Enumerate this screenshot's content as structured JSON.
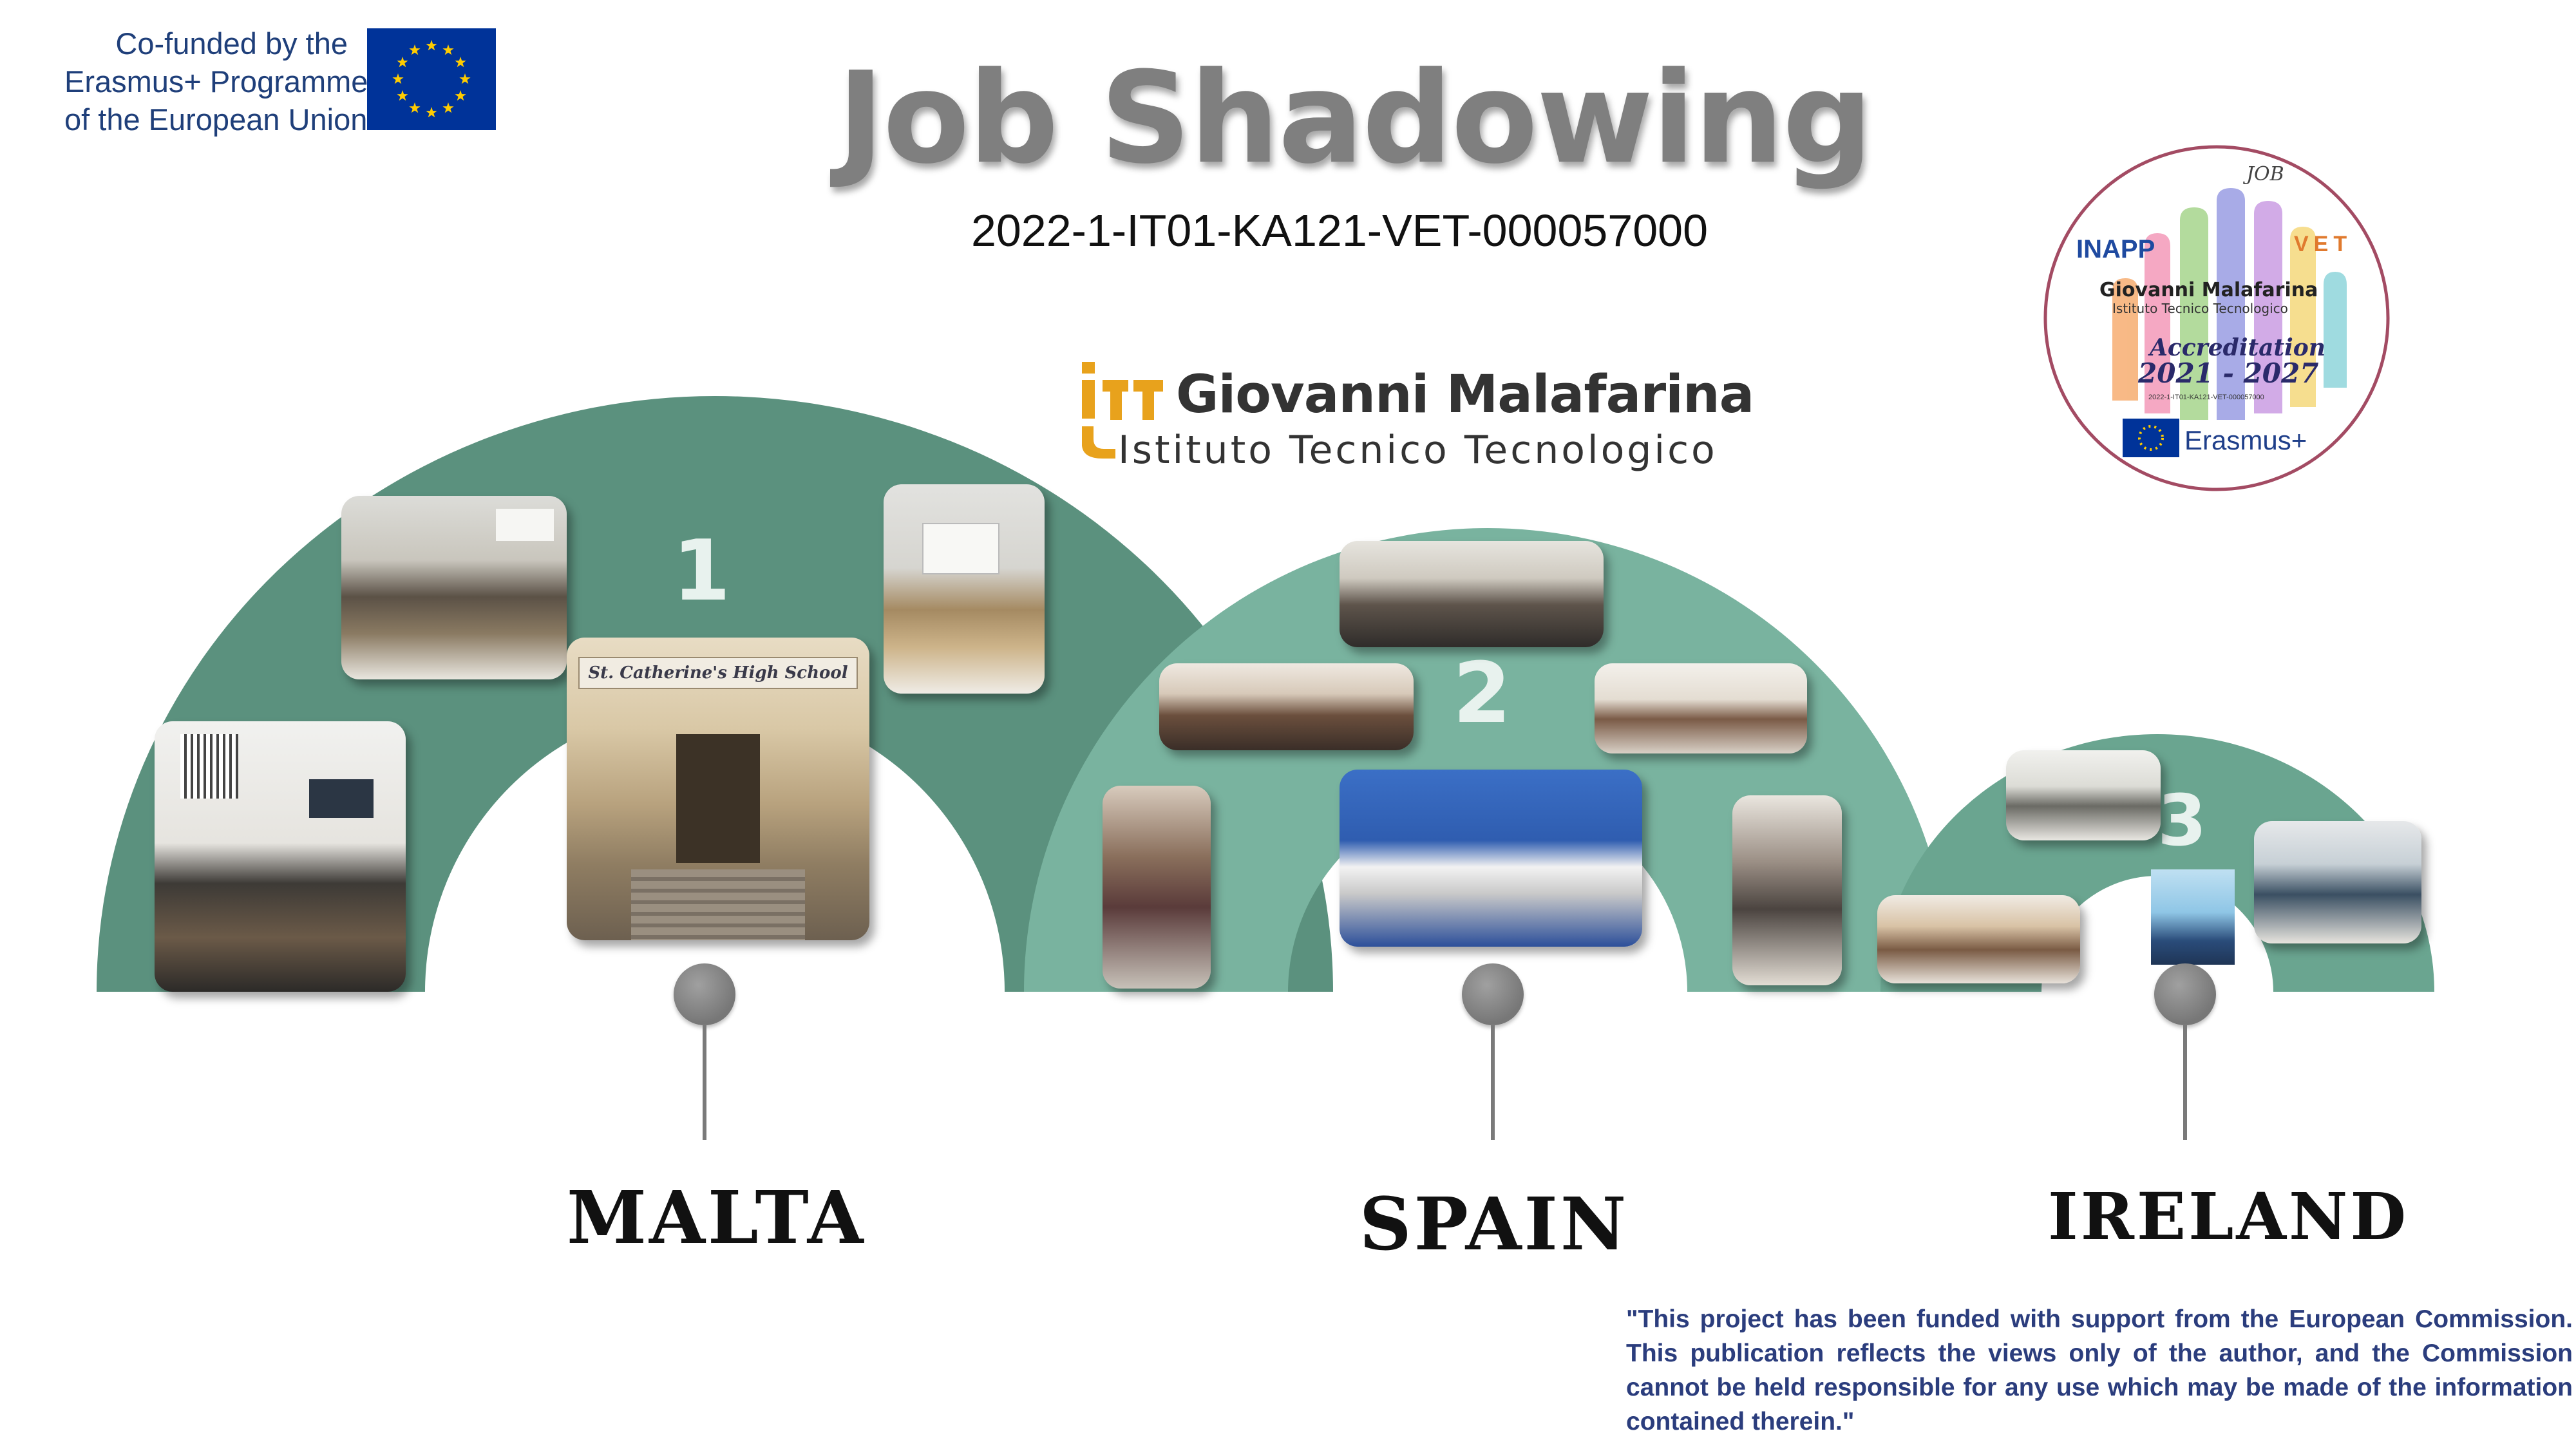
{
  "eu": {
    "line1": "Co-funded by the",
    "line2": "Erasmus+ Programme",
    "line3": "of the European Union"
  },
  "title": "Job Shadowing",
  "project_code": "2022-1-IT01-KA121-VET-000057000",
  "school": {
    "name": "Giovanni Malafarina",
    "subtitle": "Istituto Tecnico Tecnologico"
  },
  "badge": {
    "top_text": "JOB",
    "inapp": "INAPP",
    "vet": "VET",
    "school": "Giovanni Malafarina",
    "school_sub": "Istituto Tecnico Tecnologico",
    "accreditation": "Accreditation",
    "years": "2021 - 2027",
    "code": "2022-1-IT01-KA121-VET-000057000",
    "erasmus": "Erasmus+"
  },
  "stages": [
    {
      "number": "1",
      "country": "MALTA"
    },
    {
      "number": "2",
      "country": "SPAIN"
    },
    {
      "number": "3",
      "country": "IRELAND"
    }
  ],
  "photo_signs": {
    "malta_school": "St. Catherine's High School"
  },
  "colors": {
    "arc_malta": "#5b917e",
    "arc_spain": "#79b39f",
    "arc_ireland": "#6aa590",
    "title_grey": "#7f7f7f",
    "disclaimer_blue": "#2b3d7d",
    "eu_blue": "#003399",
    "eu_star": "#ffcc00"
  },
  "disclaimer": "\"This project has been funded with support from the European Commission. This publication reflects the views only of the author, and the Commission cannot be held responsible for any use which may be made of the information contained therein.\""
}
